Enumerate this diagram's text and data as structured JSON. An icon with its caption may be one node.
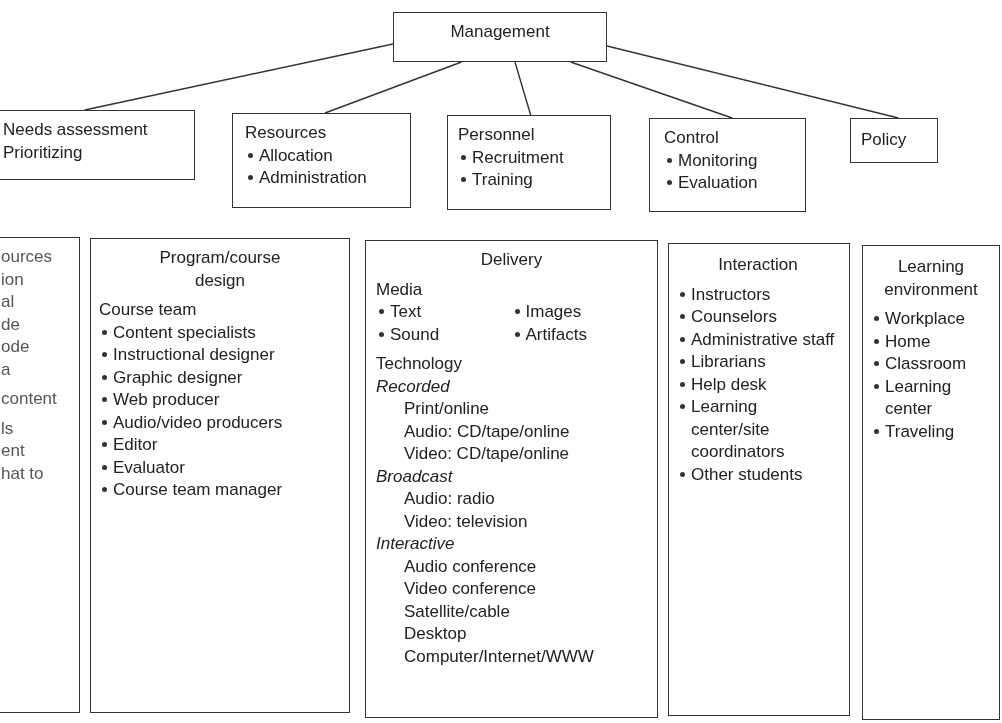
{
  "diagram": {
    "nodes": [
      {
        "text": [
          "Management"
        ]
      },
      {
        "text": [
          "Needs assessment",
          "Prioritizing"
        ]
      },
      {
        "text": [
          "Resources",
          "Allocation",
          "Administration"
        ]
      },
      {
        "text": [
          "Personnel",
          "Recruitment",
          "Training"
        ]
      },
      {
        "text": [
          "Control",
          "Monitoring",
          "Evaluation"
        ]
      },
      {
        "text": [
          "Policy"
        ]
      },
      {
        "text": [
          "ources",
          "ion",
          "al",
          "de",
          "ode",
          "a",
          "content",
          "ls",
          "ent",
          "hat to"
        ]
      },
      {
        "text": [
          "Program/course design",
          "Course team",
          "Content specialists",
          "Instructional designer",
          "Graphic designer",
          "Web producer",
          "Audio/video producers",
          "Editor",
          "Evaluator",
          "Course team manager"
        ]
      },
      {
        "text": [
          "Delivery",
          "Media",
          "Text",
          "Images",
          "Sound",
          "Artifacts",
          "Technology",
          "Recorded",
          "Print/online",
          "Audio: CD/tape/online",
          "Video: CD/tape/online",
          "Broadcast",
          "Audio: radio",
          "Video: television",
          "Interactive",
          "Audio conference",
          "Video conference",
          "Satellite/cable",
          "Desktop",
          "Computer/Internet/WWW"
        ]
      },
      {
        "text": [
          "Interaction",
          "Instructors",
          "Counselors",
          "Administrative staff",
          "Librarians",
          "Help desk",
          "Learning center/site coordinators",
          "Other students"
        ]
      },
      {
        "text": [
          "Learning environment",
          "Workplace",
          "Home",
          "Classroom",
          "Learning center",
          "Traveling"
        ]
      }
    ],
    "edges": [
      {
        "from": 0,
        "to": 1,
        "arrow": "none"
      },
      {
        "from": 0,
        "to": 2,
        "arrow": "none"
      },
      {
        "from": 0,
        "to": 3,
        "arrow": "none"
      },
      {
        "from": 0,
        "to": 4,
        "arrow": "none"
      },
      {
        "from": 0,
        "to": 5,
        "arrow": "none"
      }
    ]
  }
}
